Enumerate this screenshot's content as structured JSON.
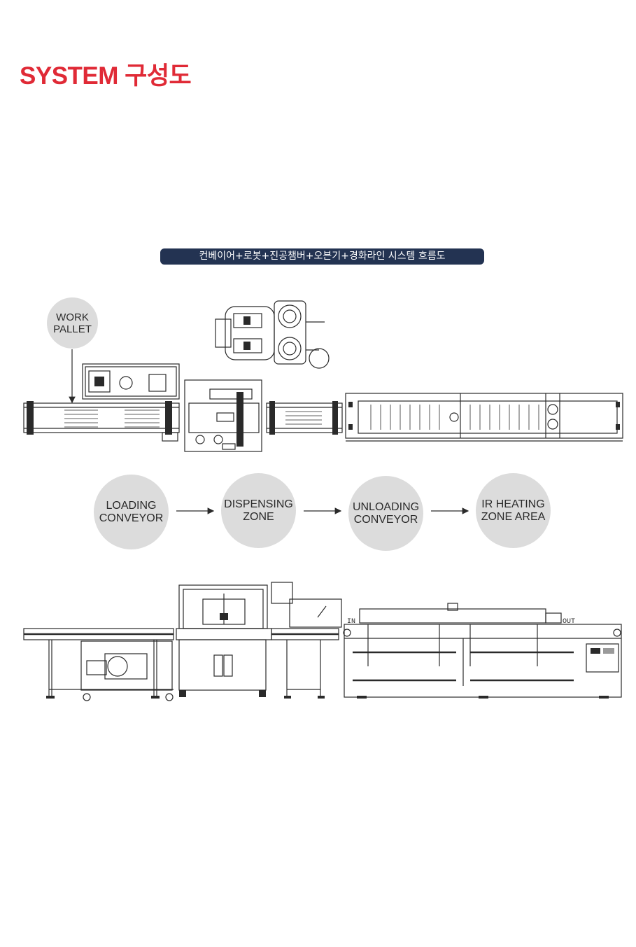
{
  "page": {
    "title": "SYSTEM 구성도",
    "banner": "컨베이어+로봇+진공챔버+오븐기+경화라인 시스템 흐름도"
  },
  "diagram": {
    "pallet_label": "WORK\nPALLET",
    "stages": [
      {
        "label": "LOADING\nCONVEYOR"
      },
      {
        "label": "DISPENSING\nZONE"
      },
      {
        "label": "UNLOADING\nCONVEYOR"
      },
      {
        "label": "IR HEATING\nZONE AREA"
      }
    ],
    "oven_in_label": "IN",
    "oven_out_label": "OUT"
  },
  "colors": {
    "title": "#e02a36",
    "banner_bg": "#233352",
    "bubble_bg": "#dcdcdc",
    "line": "#2a2a2a"
  }
}
